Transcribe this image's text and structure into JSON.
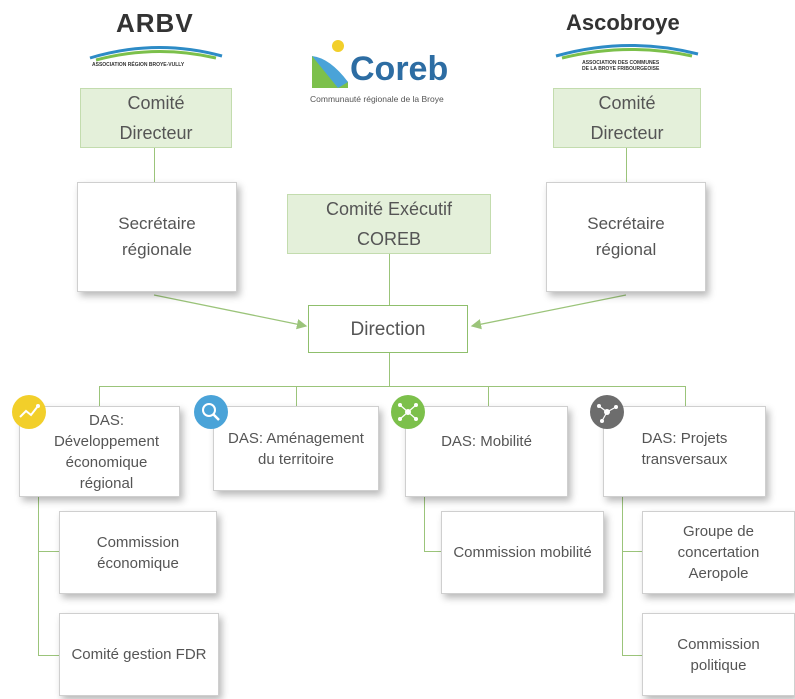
{
  "logos": {
    "arbv": {
      "name": "ARBV",
      "subtitle": "ASSOCIATION RÉGION BROYE-VULLY"
    },
    "coreb": {
      "name": "Coreb",
      "subtitle": "Communauté régionale de la Broye"
    },
    "ascobroye": {
      "name": "Ascobroye",
      "subtitle": "ASSOCIATION DES COMMUNES\nDE LA BROYE FRIBOURGEOISE"
    }
  },
  "boxes": {
    "cd_left": "Comité\nDirecteur",
    "cd_right": "Comité\nDirecteur",
    "sec_left": "Secrétaire\nrégionale",
    "sec_right": "Secrétaire\nrégional",
    "exec": "Comité Exécutif\nCOREB",
    "direction": "Direction",
    "das1": "DAS:\nDéveloppement\néconomique\nrégional",
    "das2": "DAS: Aménagement\ndu territoire",
    "das3": "DAS: Mobilité",
    "das4": "DAS: Projets\ntransversaux",
    "com_eco": "Commission\néconomique",
    "com_fdr": "Comité gestion FDR",
    "com_mob": "Commission mobilité",
    "grp_aero": "Groupe de\nconcertation\nAeropole",
    "com_pol": "Commission\npolitique"
  },
  "colors": {
    "green_fill": "#e4f0da",
    "line_green": "#9bc47a",
    "icon_yellow": "#f2cf2a",
    "icon_blue": "#4aa3d8",
    "icon_green": "#7cc04b",
    "icon_gray": "#6d6d6d"
  }
}
